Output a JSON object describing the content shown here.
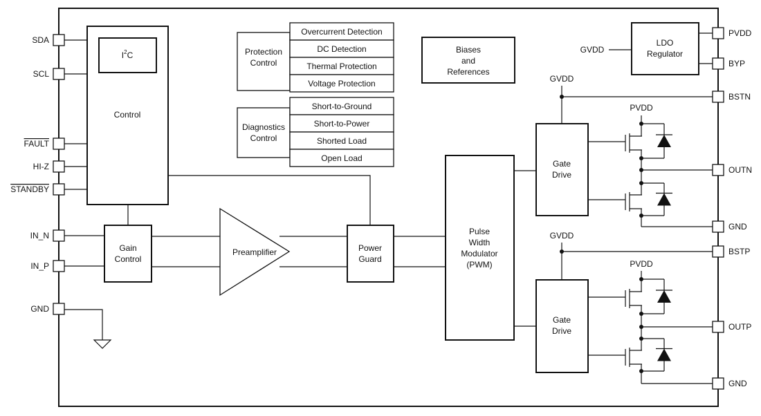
{
  "chip": {
    "i2c_base": "I",
    "i2c_sup": "2",
    "i2c_tail": "C",
    "control": "Control",
    "protection_title": [
      "Protection",
      "Control"
    ],
    "protection_items": [
      "Overcurrent Detection",
      "DC Detection",
      "Thermal Protection",
      "Voltage Protection"
    ],
    "diagnostics_title": [
      "Diagnostics",
      "Control"
    ],
    "diagnostics_items": [
      "Short-to-Ground",
      "Short-to-Power",
      "Shorted Load",
      "Open Load"
    ],
    "biases": [
      "Biases",
      "and",
      "References"
    ],
    "ldo": [
      "LDO",
      "Regulator"
    ],
    "gain_control": [
      "Gain",
      "Control"
    ],
    "preamplifier": "Preamplifier",
    "power_guard": [
      "Power",
      "Guard"
    ],
    "pwm": [
      "Pulse",
      "Width",
      "Modulator",
      "(PWM)"
    ],
    "gate_drive": [
      "Gate",
      "Drive"
    ],
    "gvdd_label": "GVDD",
    "pvdd_label": "PVDD"
  },
  "left_pins": [
    "SDA",
    "SCL",
    "FAULT",
    "HI-Z",
    "STANDBY",
    "IN_N",
    "IN_P",
    "GND"
  ],
  "overlined_pins": [
    "FAULT",
    "STANDBY"
  ],
  "right_pins": [
    "PVDD",
    "BYP",
    "BSTN",
    "OUTN",
    "GND",
    "BSTP",
    "OUTP",
    "GND"
  ]
}
